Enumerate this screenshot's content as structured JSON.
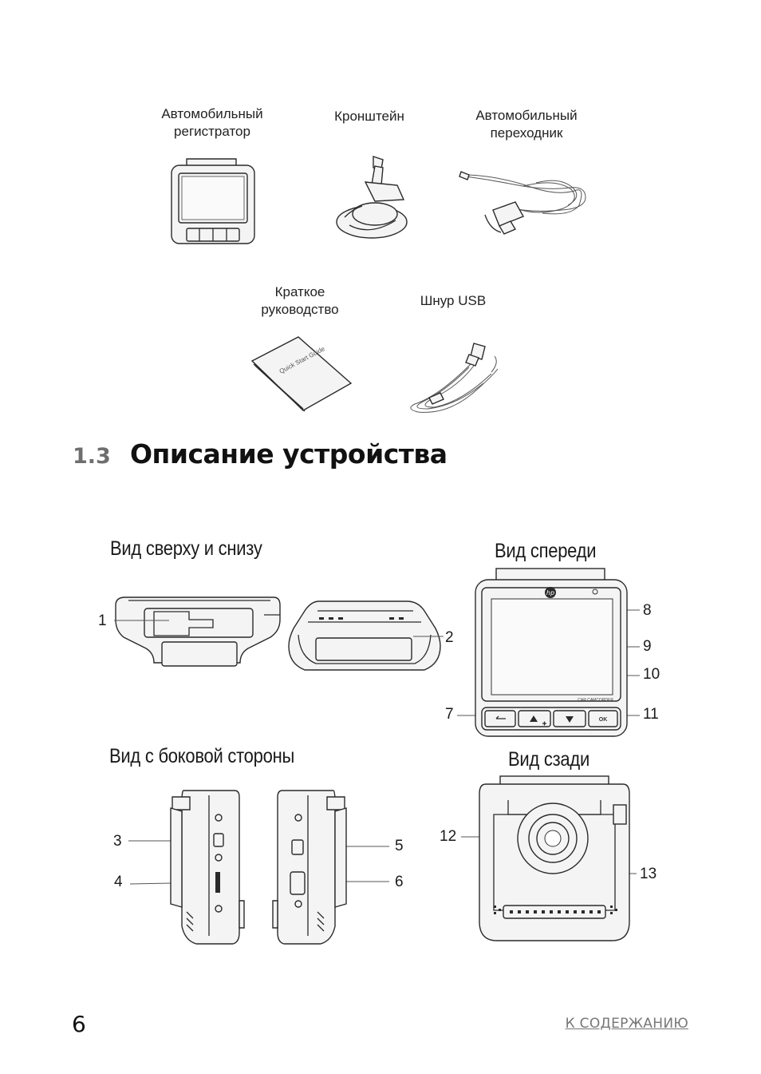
{
  "package": {
    "items": [
      {
        "label": "Автомобильный\nрегистратор",
        "icon": "dashcam-icon"
      },
      {
        "label": "Кронштейн",
        "icon": "mount-bracket-icon"
      },
      {
        "label": "Автомобильный\nпереходник",
        "icon": "car-adapter-icon"
      },
      {
        "label": "Краткое\nруководство",
        "icon": "quick-guide-icon"
      },
      {
        "label": "Шнур USB",
        "icon": "usb-cable-icon"
      }
    ],
    "guide_cover_text": "Quick Start Guide"
  },
  "section": {
    "number": "1.3",
    "title": "Описание устройства"
  },
  "views": {
    "top_bottom": "Вид сверху и снизу",
    "front": "Вид спереди",
    "side": "Вид с боковой стороны",
    "back": "Вид сзади"
  },
  "device": {
    "brand": "hp",
    "model_text": "CAR CAMCORDER"
  },
  "callouts": [
    "1",
    "2",
    "3",
    "4",
    "5",
    "6",
    "7",
    "8",
    "9",
    "10",
    "11",
    "12",
    "13"
  ],
  "footer": {
    "page_number": "6",
    "toc_link": "К СОДЕРЖАНИЮ"
  }
}
